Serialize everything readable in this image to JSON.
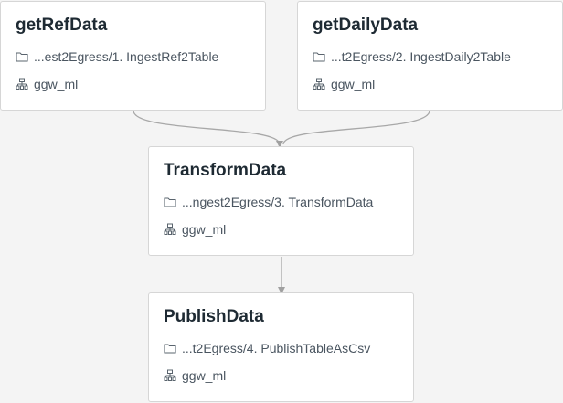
{
  "pipeline": {
    "nodes": [
      {
        "id": "getRefData",
        "title": "getRefData",
        "path": "...est2Egress/1. IngestRef2Table",
        "cluster": "ggw_ml"
      },
      {
        "id": "getDailyData",
        "title": "getDailyData",
        "path": "...t2Egress/2. IngestDaily2Table",
        "cluster": "ggw_ml"
      },
      {
        "id": "TransformData",
        "title": "TransformData",
        "path": "...ngest2Egress/3. TransformData",
        "cluster": "ggw_ml"
      },
      {
        "id": "PublishData",
        "title": "PublishData",
        "path": "...t2Egress/4. PublishTableAsCsv",
        "cluster": "ggw_ml"
      }
    ],
    "edges": [
      {
        "from": "getRefData",
        "to": "TransformData"
      },
      {
        "from": "getDailyData",
        "to": "TransformData"
      },
      {
        "from": "TransformData",
        "to": "PublishData"
      }
    ]
  },
  "icons": {
    "path": "folder-icon",
    "cluster": "cluster-icon"
  },
  "colors": {
    "edge": "#a8a8a8",
    "title": "#1e2a33",
    "text": "#4a5560",
    "icon": "#5a646e"
  }
}
